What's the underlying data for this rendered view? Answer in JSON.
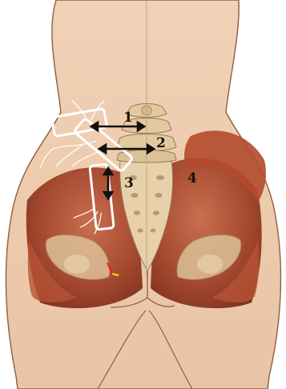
{
  "figure": {
    "labels": {
      "one": "1",
      "two": "2",
      "three": "3",
      "four": "4"
    }
  },
  "colors": {
    "skin": "#eecdb0",
    "outline": "#8f5f3f",
    "muscle": "#9b3b22",
    "muscle_light": "#c45a3c",
    "bone": "#e6d1ab",
    "bone_shade": "#b89870",
    "arrow": "#111111",
    "frame": "#ffffff",
    "marker_red": "#e0201c",
    "marker_yellow": "#f2d21a"
  }
}
